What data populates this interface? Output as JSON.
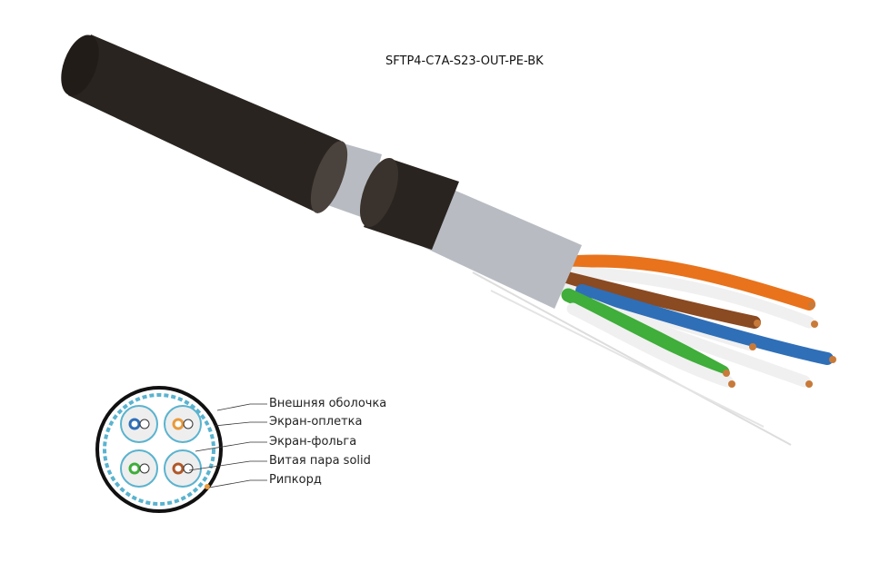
{
  "product": {
    "model": "SFTP4-C7A-S23-OUT-PE-BK"
  },
  "legend": {
    "items": [
      {
        "label": "Внешняя оболочка"
      },
      {
        "label": "Экран-оплетка"
      },
      {
        "label": "Экран-фольга"
      },
      {
        "label": "Витая пара solid"
      },
      {
        "label": "Рипкорд"
      }
    ]
  },
  "colors": {
    "jacket": "#2a2420",
    "braid": "#b8bcc2",
    "shield": "#5ab3cf",
    "pair_blue": "#2f6fb8",
    "pair_orange": "#e8731c",
    "pair_green": "#3fae3a",
    "pair_brown": "#8a4a22"
  }
}
